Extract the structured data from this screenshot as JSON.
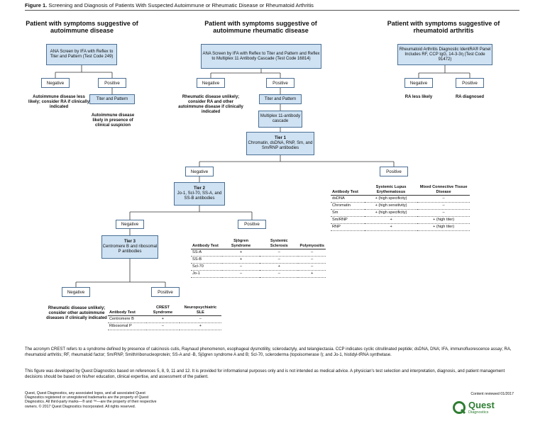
{
  "figure": {
    "label": "Figure 1.",
    "title": "Screening and Diagnosis of Patients With Suspected Autoimmune or Rheumatic Disease or Rheumatoid  Arthritis"
  },
  "col1": {
    "heading": "Patient with symptoms suggestive of autoimmune disease",
    "screen": "ANA Screen by IFA with Reflex to Titer and Pattern (Test Code 249)",
    "negative": "Negative",
    "positive": "Positive",
    "neg_note": "Autoimmune disease less likely; consider RA if clinically indicated",
    "titer": "Titer and Pattern",
    "pos_note": "Autoimmune disease likely in presence of clinical suspicion"
  },
  "col2": {
    "heading": "Patient with symptoms suggestive of autoimmune rheumatic disease",
    "screen": "ANA Screen by IFA with Reflex to Titer and Pattern and Reflex to Multiplex 11 Antibody Cascade (Test Code 16814)",
    "negative": "Negative",
    "positive": "Positive",
    "neg_note": "Rheumatic disease unlikely; consider RA and other autoimmune disease if clinically indicated",
    "titer": "Titer and Pattern",
    "multiplex": "Multiplex 11-antibody cascade",
    "tier1_title": "Tier 1",
    "tier1_body": "Chromatin, dsDNA, RNP, Sm, and Sm/RNP antibodies",
    "t1_negative": "Negative",
    "t1_positive": "Positive",
    "tier2_title": "Tier 2",
    "tier2_body": "Jo-1, Scl-70, SS-A, and SS-B antibodies",
    "t2_negative": "Negative",
    "t2_positive": "Positive",
    "tier3_title": "Tier 3",
    "tier3_body": "Centromere B and ribosomal P antibodies",
    "t3_negative": "Negative",
    "t3_positive": "Positive",
    "t3_neg_note": "Rheumatic disease unlikely; consider other autoimmune diseases if clinically indicated"
  },
  "col3": {
    "heading": "Patient with symptoms suggestive of rheumatoid arthritis",
    "screen": "Rheumatoid Arthritis Diagnostic IdentRA® Panel Includes RF, CCP IgG, 14-3-3η (Test Code 91472)",
    "negative": "Negative",
    "positive": "Positive",
    "neg_note": "RA less likely",
    "pos_note": "RA diagnosed"
  },
  "tier1_table": {
    "headers": [
      "Antibody Test",
      "Systemic Lupus Erythematosus",
      "Mixed Connective Tissue Disease"
    ],
    "rows": [
      [
        "dsDNA",
        "+ (high specificity)",
        "–"
      ],
      [
        "Chromatin",
        "+ (high sensitivity)",
        "–"
      ],
      [
        "Sm",
        "+ (high specificity)",
        "–"
      ],
      [
        "Sm/RNP",
        "+",
        "+ (high titer)"
      ],
      [
        "RNP",
        "+",
        "+ (high titer)"
      ]
    ]
  },
  "tier2_table": {
    "headers": [
      "Antibody Test",
      "Sjögren Syndrome",
      "Systemic Sclerosis",
      "Polymyositis"
    ],
    "rows": [
      [
        "SS-A",
        "+",
        "–",
        "–"
      ],
      [
        "SS-B",
        "+",
        "–",
        "–"
      ],
      [
        "Scl-70",
        "–",
        "+",
        "–"
      ],
      [
        "Jo-1",
        "–",
        "–",
        "+"
      ]
    ]
  },
  "tier3_table": {
    "headers": [
      "Antibody Test",
      "CREST Syndrome",
      "Neuropsychiatric SLE"
    ],
    "rows": [
      [
        "Centromere B",
        "+",
        "–"
      ],
      [
        "Ribosomal P",
        "–",
        "+"
      ]
    ]
  },
  "footnotes": {
    "acronyms": "The acronym CREST refers to a syndrome defined by presence of calcinosis cutis, Raynaud phenomenon, esophageal dysmotility, sclerodactyly, and telangiectasia. CCP indicates cyclic citrullinated peptide; dsDNA, DNA; IFA, immunofluorescence assay; RA, rheumatoid arthritis; RF, rheumatoid factor; Sm/RNP, Smith/ribonucleoprotein; SS-A and -B, Sjögren syndrome A and B; Scl-70, scleroderma (topoisomerase I); and Jo-1, histidyl-tRNA synthetase.",
    "developed": "This figure was developed by Quest Diagnostics based on references 5, 8, 9, 11 and 12. It is provided for informational purposes only and is not intended as medical advice. A physician's test selection and interpretation, diagnosis, and patient management decisions should be based on his/her education, clinical expertise, and assessment of the patient.",
    "trademark": "Quest, Quest Diagnostics, any associated logos, and all associated Quest Diagnostics registered or unregistered trademarks are the property of Quest Diagnostics. All third-party marks—® and ™—are the property of their respective owners. © 2017 Quest Diagnostics Incorporated. All rights reserved.",
    "reviewed": "Content reviewed 01/2017"
  },
  "logo": {
    "name": "Quest",
    "sub": "Diagnostics"
  },
  "colors": {
    "box_fill": "#cfe2f3",
    "box_border": "#4a6f94",
    "logo_green": "#2e7d32"
  }
}
